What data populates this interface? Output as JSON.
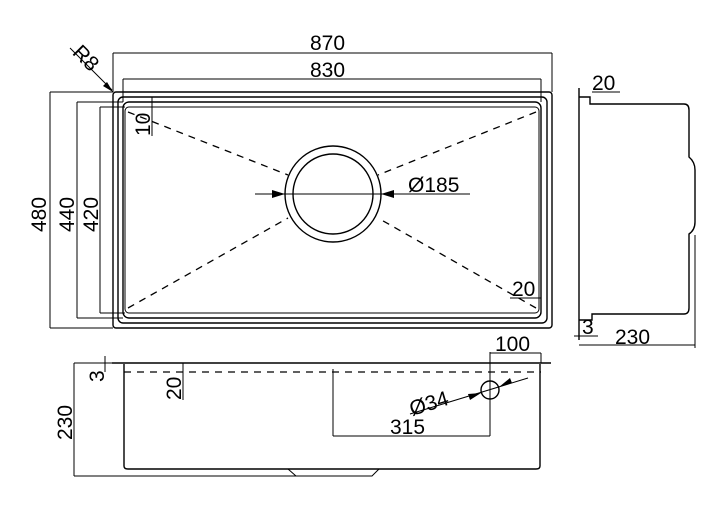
{
  "drawing": {
    "top_view": {
      "width_overall": "870",
      "width_inner": "830",
      "corner_radius": "R8",
      "depth_overall": "480",
      "depth_mid": "440",
      "depth_inner": "420",
      "rim_offset": "10",
      "drain_diameter": "Ø185",
      "corner_offset": "20"
    },
    "side_view": {
      "flange": "20",
      "thickness": "3",
      "height": "230"
    },
    "front_view": {
      "thickness": "3",
      "height": "230",
      "flange": "20",
      "overflow_offset": "100",
      "overflow_diameter": "Ø34",
      "overflow_distance": "315"
    }
  }
}
